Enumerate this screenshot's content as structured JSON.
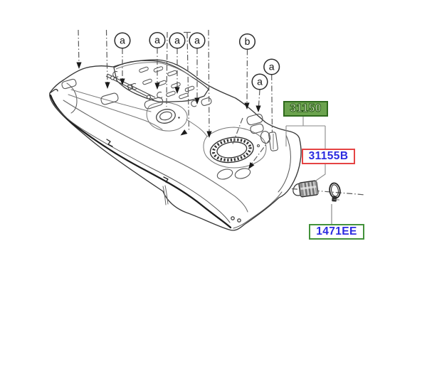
{
  "diagram": {
    "kind": "exploded-parts-diagram",
    "subject": "fuel-tank-assembly",
    "background": "#ffffff"
  },
  "part_labels": {
    "main": {
      "code": "31150",
      "style": "green-highlight",
      "bg": "#6BA34E",
      "border": "#2F6A1D",
      "text_color": "#D5EBC2"
    },
    "vent": {
      "code": "31155B",
      "style": "red-box",
      "bg": "#ffffff",
      "border": "#E54444",
      "text_color": "#2B2BE0"
    },
    "clamp": {
      "code": "1471EE",
      "style": "green-box",
      "bg": "#ffffff",
      "border": "#43923B",
      "text_color": "#2B2BE0"
    }
  },
  "callouts": [
    {
      "letter": "a"
    },
    {
      "letter": "a"
    },
    {
      "letter": "a"
    },
    {
      "letter": "a"
    },
    {
      "letter": "b"
    },
    {
      "letter": "a"
    },
    {
      "letter": "a"
    }
  ],
  "colors": {
    "line_dark": "#2a2a2a",
    "line_mid": "#555555",
    "line_light": "#8a8a8a",
    "leader": "#5a5a5a"
  }
}
